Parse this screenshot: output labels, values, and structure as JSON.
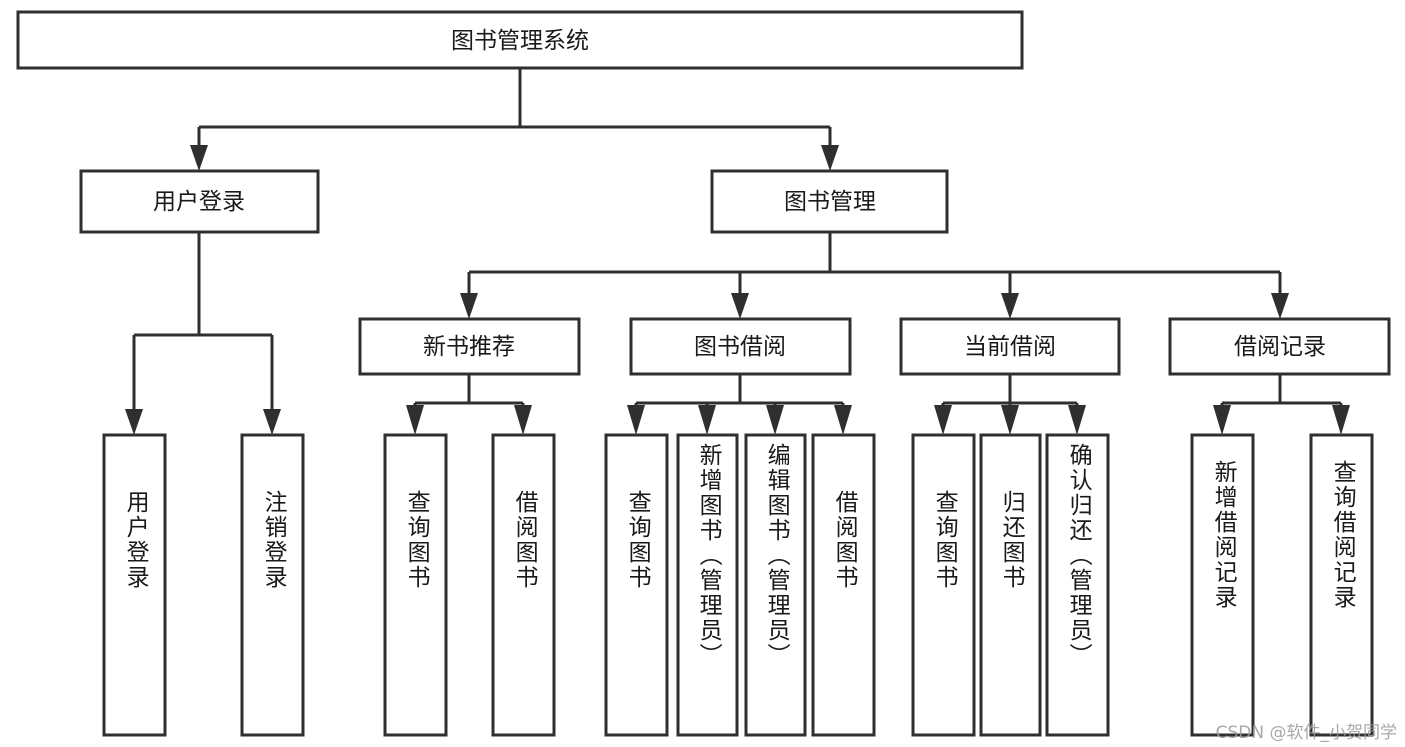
{
  "diagram": {
    "title": "图书管理系统",
    "type": "function-structure-tree",
    "watermark": "CSDN @软件_小贺同学",
    "colors": {
      "box_stroke": "#2f2f2f",
      "box_fill": "#ffffff",
      "text": "#1a1a1a",
      "connector": "#2f2f2f",
      "watermark": "#9a9a9a",
      "background": "#ffffff"
    },
    "root": {
      "label": "图书管理系统"
    },
    "level2": [
      {
        "label": "用户登录"
      },
      {
        "label": "图书管理"
      }
    ],
    "level3": [
      {
        "label": "新书推荐"
      },
      {
        "label": "图书借阅"
      },
      {
        "label": "当前借阅"
      },
      {
        "label": "借阅记录"
      }
    ],
    "leaves": {
      "user_login": [
        {
          "label": "用户登录"
        },
        {
          "label": "注销登录"
        }
      ],
      "new_book_recommend": [
        {
          "label": "查询图书"
        },
        {
          "label": "借阅图书"
        }
      ],
      "book_borrow": [
        {
          "label": "查询图书"
        },
        {
          "label": "新增图书（管理员）"
        },
        {
          "label": "编辑图书（管理员）"
        },
        {
          "label": "借阅图书"
        }
      ],
      "current_borrow": [
        {
          "label": "查询图书"
        },
        {
          "label": "归还图书"
        },
        {
          "label": "确认归还（管理员）"
        }
      ],
      "borrow_record": [
        {
          "label": "新增借阅记录"
        },
        {
          "label": "查询借阅记录"
        }
      ]
    }
  }
}
